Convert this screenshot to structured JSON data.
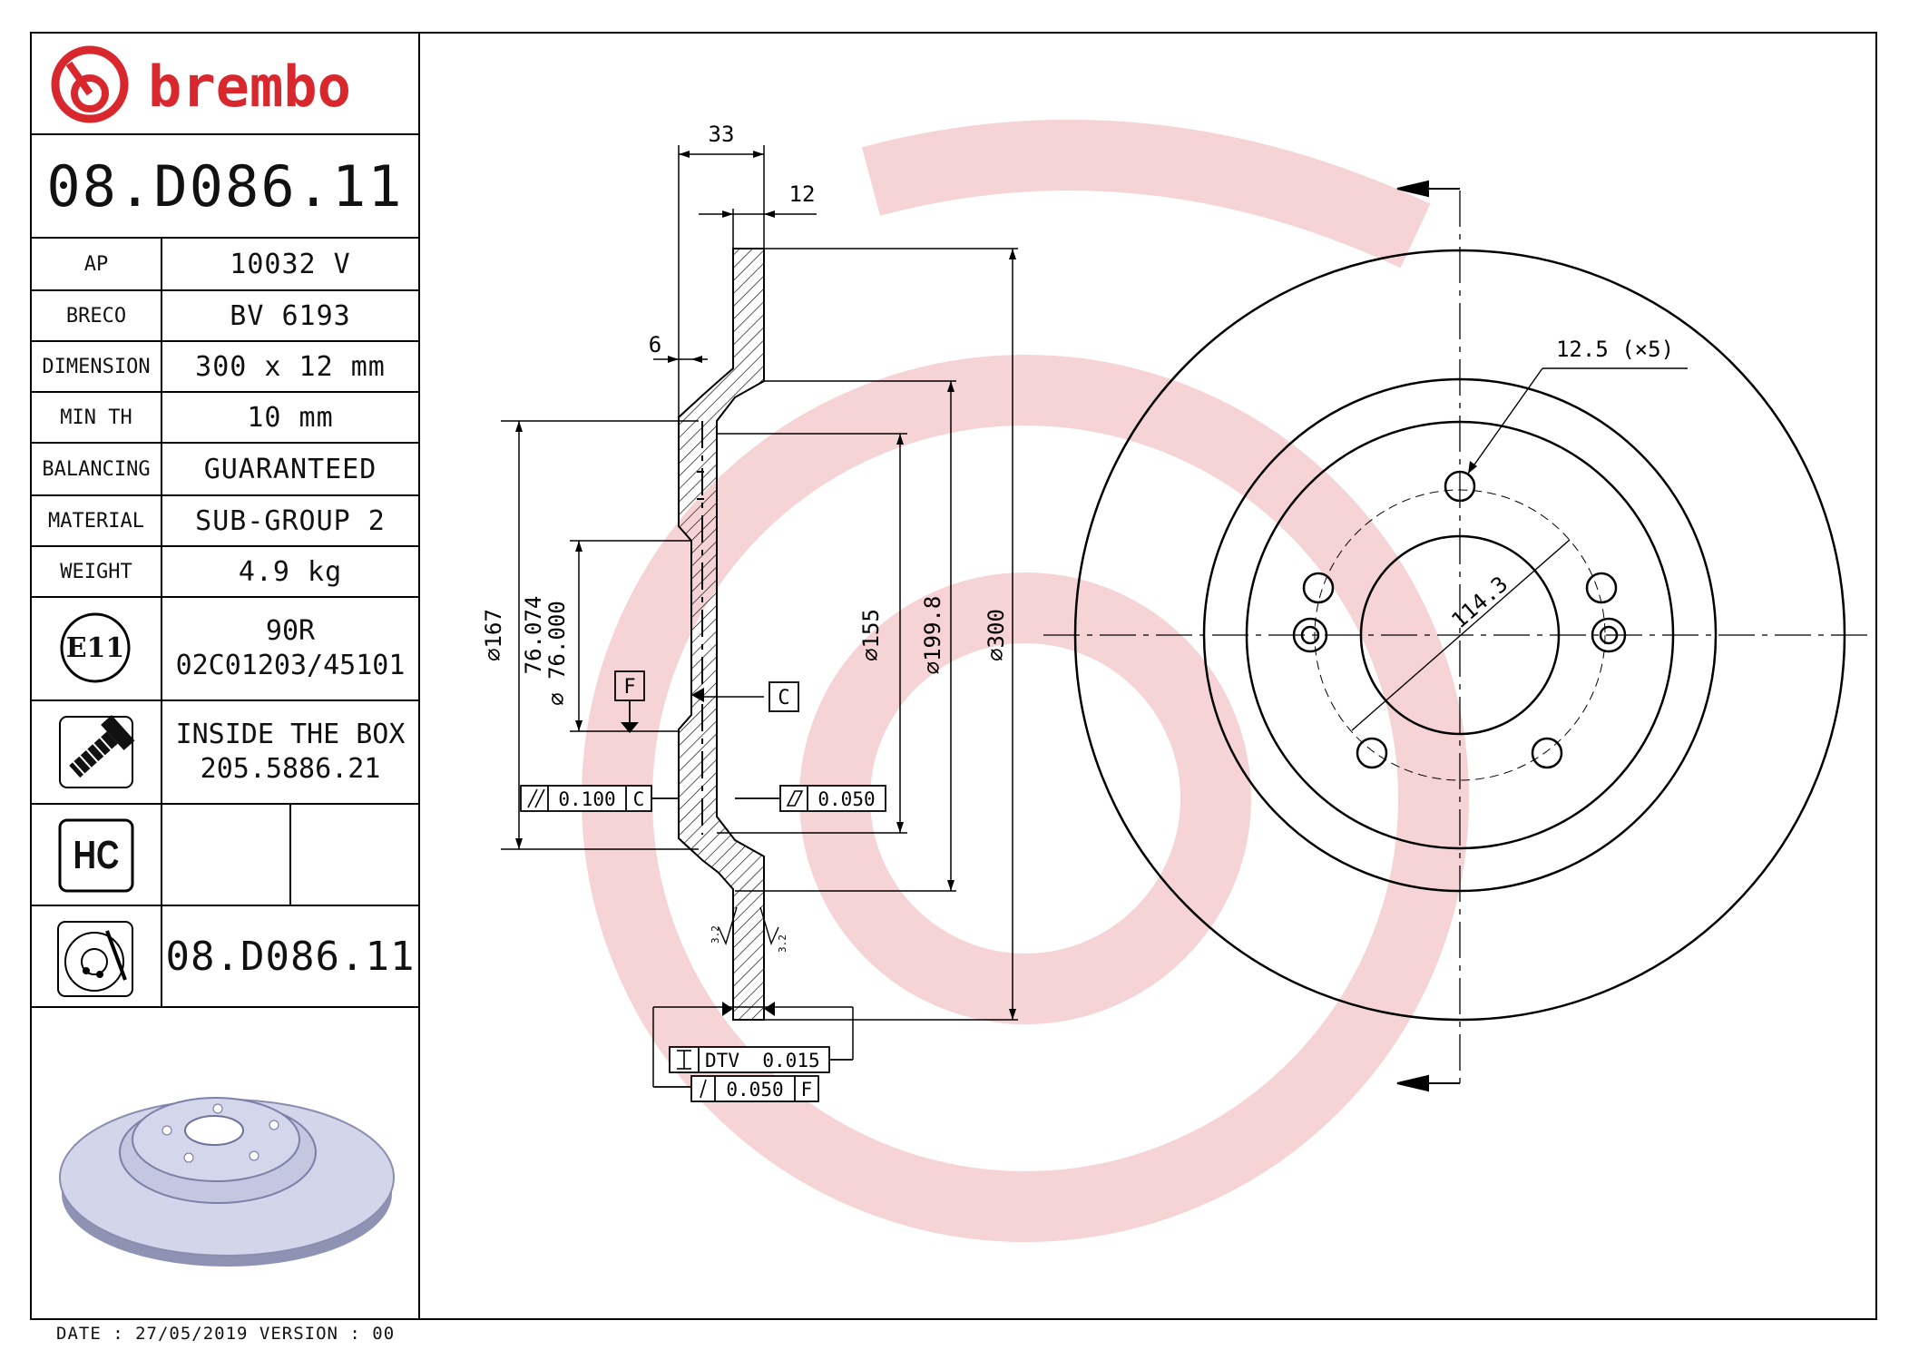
{
  "brand": {
    "name": "brembo",
    "color": "#d9272e"
  },
  "part_number": "08.D086.11",
  "specs": [
    {
      "label": "AP",
      "value": "10032 V"
    },
    {
      "label": "BRECO",
      "value": "BV 6193"
    },
    {
      "label": "DIMENSION",
      "value": "300 x 12 mm"
    },
    {
      "label": "MIN TH",
      "value": "10 mm"
    },
    {
      "label": "BALANCING",
      "value": "GUARANTEED"
    },
    {
      "label": "MATERIAL",
      "value": "SUB-GROUP 2"
    },
    {
      "label": "WEIGHT",
      "value": "4.9 kg"
    }
  ],
  "approval": {
    "mark": "E11",
    "line1": "90R",
    "line2": "02C01203/45101"
  },
  "box_contents": {
    "icon": "screw-icon",
    "line1": "INSIDE THE BOX",
    "line2": "205.5886.21"
  },
  "hc": {
    "mark": "HC",
    "value": ""
  },
  "ref_part_number": "08.D086.11",
  "footer": "DATE : 27/05/2019 VERSION : 00",
  "section_dims": {
    "width_total": "33",
    "thickness": "12",
    "hat_offset": "6",
    "d_167": "⌀167",
    "d_bore_max": "76.074",
    "d_bore_min": "⌀ 76.000",
    "d_155": "⌀155",
    "d_199": "⌀199.8",
    "d_300": "⌀300",
    "datum_f": "F",
    "datum_c": "C",
    "parallelism": "0.100",
    "parallelism_ref": "C",
    "flatness": "0.050",
    "roughness": "3.2",
    "dtv_label": "DTV",
    "dtv_value": "0.015",
    "runout": "0.050",
    "runout_ref": "F"
  },
  "front_dims": {
    "bolt_hole": "12.5 (×5)",
    "pcd": "114.3"
  }
}
